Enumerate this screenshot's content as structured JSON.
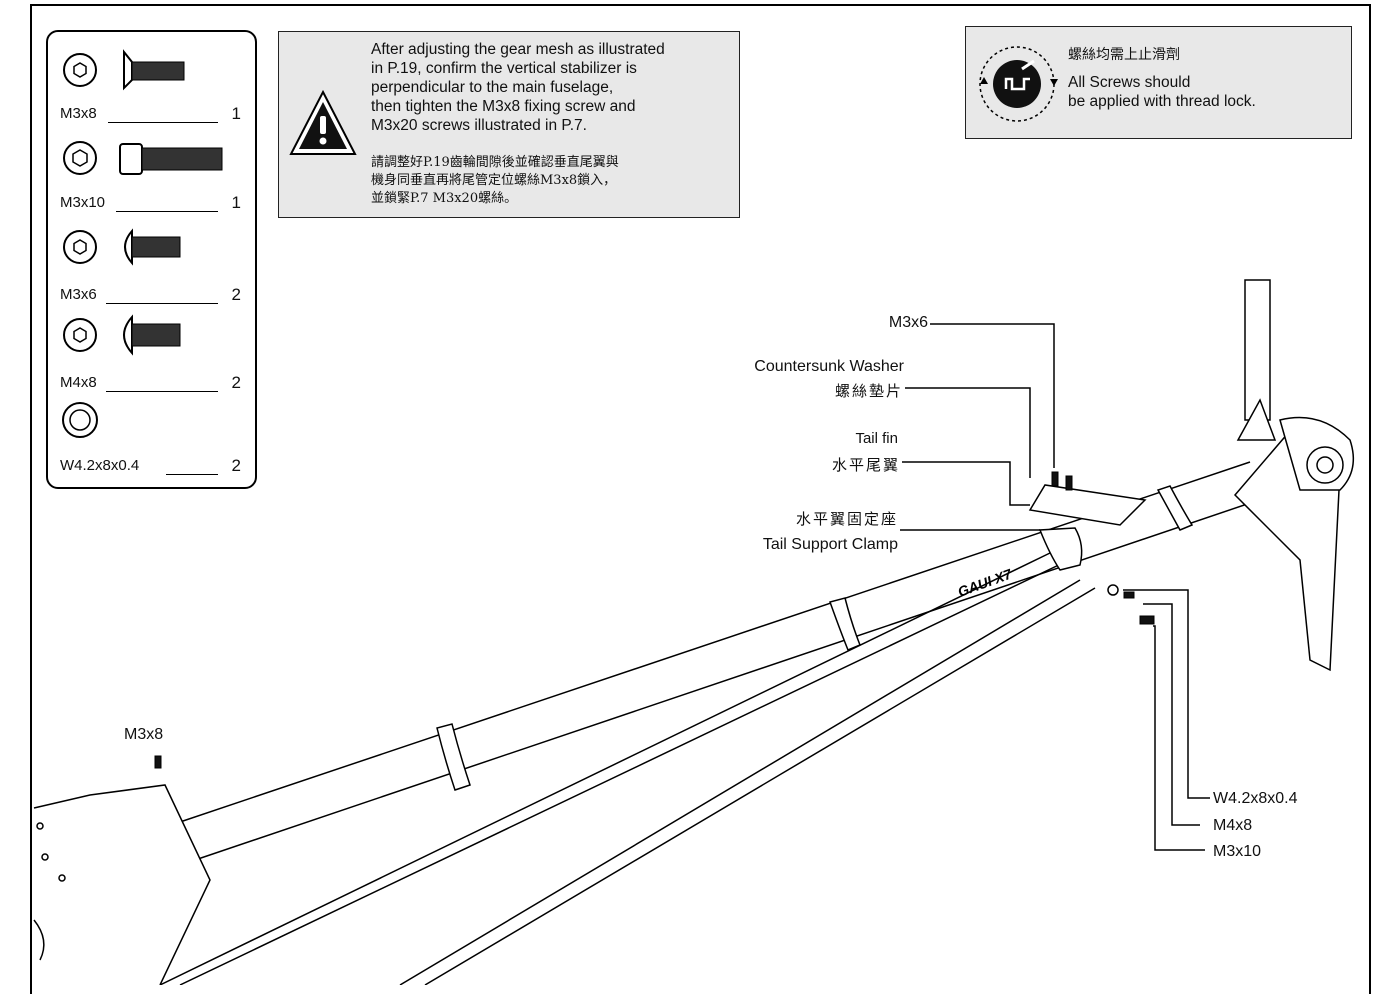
{
  "parts_list": [
    {
      "label": "M3x8",
      "qty": "1",
      "icon": "countersunk-screw-icon"
    },
    {
      "label": "M3x10",
      "qty": "1",
      "icon": "cap-screw-icon"
    },
    {
      "label": "M3x6",
      "qty": "2",
      "icon": "button-head-screw-icon"
    },
    {
      "label": "M4x8",
      "qty": "2",
      "icon": "button-head-screw-icon"
    },
    {
      "label": "W4.2x8x0.4",
      "qty": "2",
      "icon": "washer-icon"
    }
  ],
  "instruction_note": {
    "en_lines": [
      "After adjusting the gear mesh as illustrated",
      "in P.19, confirm the vertical stabilizer is",
      "perpendicular to the main fuselage,",
      "then tighten the M3x8 fixing screw and",
      "M3x20 screws illustrated in P.7."
    ],
    "zh_lines": [
      "請調整好P.19齒輪間隙後並確認垂直尾翼與",
      "機身同垂直再將尾管定位螺絲M3x8鎖入，",
      "並鎖緊P.7 M3x20螺絲。"
    ]
  },
  "thread_lock_note": {
    "zh": "螺絲均需上止滑劑",
    "en_lines": [
      "All Screws should",
      "be applied with thread lock."
    ]
  },
  "callouts": {
    "m3x6": "M3x6",
    "washer_en": "Countersunk Washer",
    "washer_zh": "螺絲墊片",
    "tail_fin_en": "Tail fin",
    "tail_fin_zh": "水平尾翼",
    "clamp_zh": "水平翼固定座",
    "clamp_en": "Tail Support Clamp",
    "m3x8": "M3x8",
    "w42": "W4.2x8x0.4",
    "m4x8": "M4x8",
    "m3x10": "M3x10"
  },
  "logo_text": "GAUI X7"
}
